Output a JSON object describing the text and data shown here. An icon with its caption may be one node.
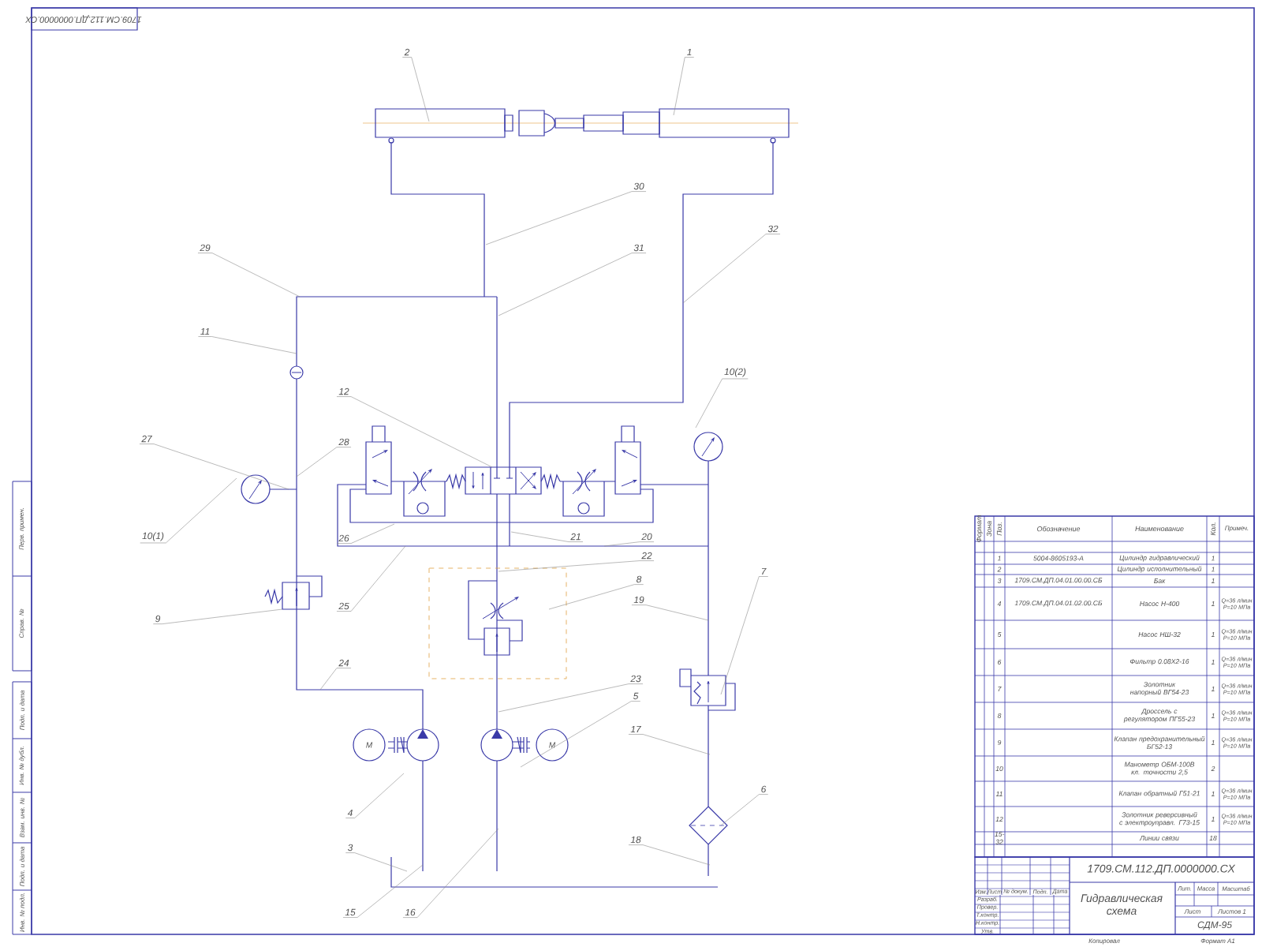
{
  "diagram": {
    "nodes": [
      {
        "text": [
          "2"
        ]
      },
      {
        "text": [
          "1"
        ]
      },
      {
        "text": [
          "30"
        ]
      },
      {
        "text": [
          "32"
        ]
      },
      {
        "text": [
          "29"
        ]
      },
      {
        "text": [
          "31"
        ]
      },
      {
        "text": [
          "11"
        ]
      },
      {
        "text": [
          "10(2)"
        ]
      },
      {
        "text": [
          "12"
        ]
      },
      {
        "text": [
          "27"
        ]
      },
      {
        "text": [
          "28"
        ]
      },
      {
        "text": [
          "10(1)"
        ]
      },
      {
        "text": [
          "26"
        ]
      },
      {
        "text": [
          "21"
        ]
      },
      {
        "text": [
          "20"
        ]
      },
      {
        "text": [
          "22"
        ]
      },
      {
        "text": [
          "7"
        ]
      },
      {
        "text": [
          "8"
        ]
      },
      {
        "text": [
          "19"
        ]
      },
      {
        "text": [
          "25"
        ]
      },
      {
        "text": [
          "9"
        ]
      },
      {
        "text": [
          "24"
        ]
      },
      {
        "text": [
          "23"
        ]
      },
      {
        "text": [
          "5"
        ]
      },
      {
        "text": [
          "17"
        ]
      },
      {
        "text": [
          "6"
        ]
      },
      {
        "text": [
          "4"
        ]
      },
      {
        "text": [
          "3"
        ]
      },
      {
        "text": [
          "18"
        ]
      },
      {
        "text": [
          "15"
        ]
      },
      {
        "text": [
          "16"
        ]
      },
      {
        "text": [
          "M"
        ]
      },
      {
        "text": [
          "M"
        ]
      }
    ],
    "edges": [
      {
        "from": 0,
        "to": null,
        "arrow": "none"
      },
      {
        "from": 1,
        "to": null,
        "arrow": "none"
      },
      {
        "from": 2,
        "to": null,
        "arrow": "none"
      },
      {
        "from": 3,
        "to": null,
        "arrow": "none"
      },
      {
        "from": 4,
        "to": null,
        "arrow": "none"
      },
      {
        "from": 5,
        "to": null,
        "arrow": "none"
      },
      {
        "from": 6,
        "to": null,
        "arrow": "none"
      },
      {
        "from": 7,
        "to": null,
        "arrow": "none"
      },
      {
        "from": 8,
        "to": null,
        "arrow": "none"
      },
      {
        "from": 9,
        "to": null,
        "arrow": "none"
      },
      {
        "from": 10,
        "to": null,
        "arrow": "none"
      },
      {
        "from": 11,
        "to": null,
        "arrow": "none"
      },
      {
        "from": 12,
        "to": null,
        "arrow": "none"
      },
      {
        "from": 13,
        "to": null,
        "arrow": "none"
      },
      {
        "from": 14,
        "to": null,
        "arrow": "none"
      },
      {
        "from": 15,
        "to": null,
        "arrow": "none"
      },
      {
        "from": 16,
        "to": null,
        "arrow": "none"
      },
      {
        "from": 17,
        "to": null,
        "arrow": "none"
      },
      {
        "from": 18,
        "to": null,
        "arrow": "none"
      },
      {
        "from": 19,
        "to": null,
        "arrow": "none"
      },
      {
        "from": 20,
        "to": null,
        "arrow": "none"
      },
      {
        "from": 21,
        "to": null,
        "arrow": "none"
      },
      {
        "from": 22,
        "to": null,
        "arrow": "none"
      },
      {
        "from": 23,
        "to": null,
        "arrow": "none"
      },
      {
        "from": 24,
        "to": null,
        "arrow": "none"
      },
      {
        "from": 25,
        "to": null,
        "arrow": "none"
      },
      {
        "from": 26,
        "to": null,
        "arrow": "none"
      },
      {
        "from": 27,
        "to": null,
        "arrow": "none"
      },
      {
        "from": 28,
        "to": null,
        "arrow": "none"
      },
      {
        "from": 29,
        "to": null,
        "arrow": "none"
      },
      {
        "from": 30,
        "to": null,
        "arrow": "none"
      }
    ],
    "labels": [
      "1709.СМ.112.ДП.0000000.СХ",
      "Формат",
      "Зона",
      "Поз.",
      "Обозначение",
      "Наименование",
      "Кол.",
      "Примеч.",
      "1",
      "5004-8605193-А",
      "Цилиндр гидравлический",
      "1",
      "2",
      "Цилиндр исполнительный",
      "1",
      "3",
      "1709.СМ.ДП.04.01.00.00.СБ",
      "Бак",
      "1",
      "4",
      "1709.СМ.ДП.04.01.02.00.СБ",
      "Насос Н-400",
      "1",
      "Q=36 л/мин Р=10 МПа",
      "5",
      "Насос НШ-32",
      "1",
      "Q=36 л/мин Р=10 МПа",
      "6",
      "Фильтр 0.08Х2-16",
      "1",
      "Q=36 л/мин Р=10 МПа",
      "7",
      "Золотник напорный ВГ54-23",
      "1",
      "Q=36 л/мин Р=10 МПа",
      "8",
      "Дроссель с регулятором ПГ55-23",
      "1",
      "Q=36 л/мин Р=10 МПа",
      "9",
      "Клапан предохранительный БГ52-13",
      "1",
      "Q=36 л/мин Р=10 МПа",
      "10",
      "Манометр ОБМ-100В кл. точности 2,5",
      "2",
      "11",
      "Клапан обратный Г51-21",
      "1",
      "Q=36 л/мин Р=10 МПа",
      "12",
      "Золотник реверсивный с электроуправл. Г73-15",
      "1",
      "Q=36 л/мин Р=10 МПа",
      "15-32",
      "Линии связи",
      "18",
      "1709.СМ.112.ДП.0000000.СХ",
      "Изм.",
      "Лист",
      "№ докум.",
      "Подп.",
      "Дата",
      "Разраб.",
      "Провер.",
      "Т.контр.",
      "Н.контр.",
      "Утв.",
      "Гидравлическая схема",
      "Лит.",
      "Масса",
      "Масштаб",
      "Лист",
      "Листов 1",
      "СДМ-95",
      "Копировал",
      "Формат A1",
      "Перв. примен.",
      "Справ. №",
      "Подп. и дата",
      "Инв. № дубл.",
      "Взам. инв. №",
      "Подп. и дата",
      "Инв. № подл."
    ]
  }
}
